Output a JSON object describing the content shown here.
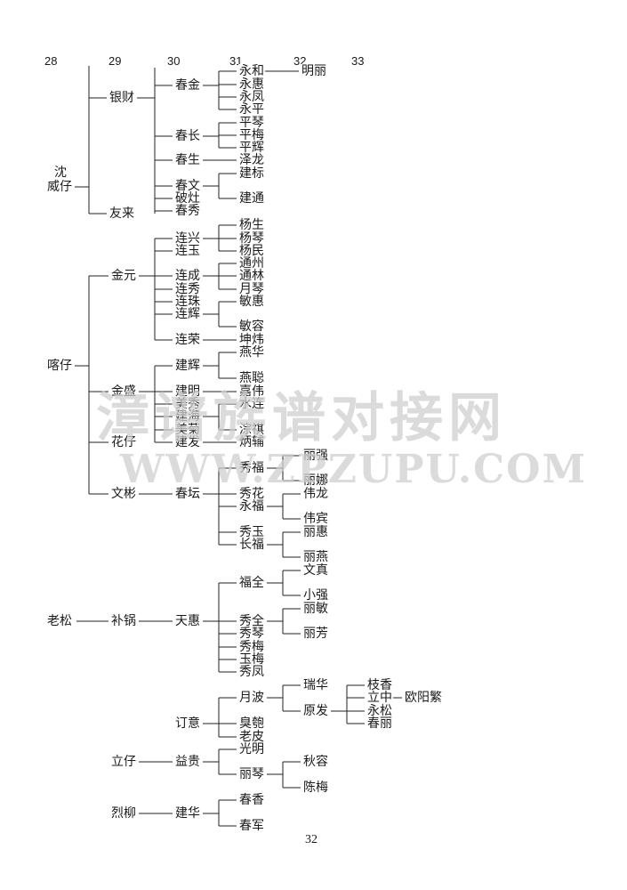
{
  "generation_header": [
    "28",
    "29",
    "30",
    "31",
    "32",
    "33"
  ],
  "persons": {
    "shenweizai_a": "沈",
    "shenweizai_b": "威仔",
    "yincai": "银财",
    "youlai": "友来",
    "chunjin": "春金",
    "chunchang": "春长",
    "chunsheng": "春生",
    "chunwen": "春文",
    "pozao": "破灶",
    "chunxiu": "春秀",
    "yonghe": "永和",
    "minglj": "明丽",
    "yonghui": "永惠",
    "yongfeng": "永凤",
    "yongping": "永平",
    "pingqin": "平琴",
    "pingmei": "平梅",
    "pinghui": "平辉",
    "zelong": "泽龙",
    "jianbiao": "建标",
    "jiantong": "建通",
    "kazai": "喀仔",
    "jinyuan": "金元",
    "jinsheng": "金盛",
    "huazai": "花仔",
    "wenbin": "文彬",
    "lianxing": "连兴",
    "lianyu": "连玉",
    "liancheng": "连成",
    "lianxiu": "连秀",
    "lianzhu": "连珠",
    "lianhui": "连辉",
    "lianrong": "连荣",
    "yangsheng": "杨生",
    "yangqin": "杨琴",
    "yangmin": "杨民",
    "tongzhou": "通州",
    "tonglin": "通林",
    "yueqin": "月琴",
    "minhui": "敏惠",
    "minrong": "敏容",
    "kunwei": "坤炜",
    "jianhui": "建辉",
    "yanhua": "燕华",
    "yancong": "燕聪",
    "jianming": "建明",
    "jiawei": "嘉伟",
    "meixiu": "美秀",
    "shuilian": "水连",
    "jianhai": "建海",
    "meiju": "美菊",
    "zongqi": "淙祺",
    "jianfa": "建发",
    "bingbu": "炳辅",
    "chuntan": "春坛",
    "xiufu": "秀福",
    "liqiang": "丽强",
    "lina": "丽娜",
    "xiuhua": "秀花",
    "yongfu": "永福",
    "weilong": "伟龙",
    "weibin": "伟宾",
    "xiuyu": "秀玉",
    "changfu": "长福",
    "lihui": "丽惠",
    "liyan": "丽燕",
    "laosong": "老松",
    "buguo": "补锅",
    "tianhui": "天惠",
    "fuquan": "福全",
    "wenzhen": "文真",
    "xiaoqiang": "小强",
    "xiuquan": "秀全",
    "limin": "丽敏",
    "lifang": "丽芳",
    "xiuqin": "秀琴",
    "xiumei": "秀梅",
    "yumei": "玉梅",
    "xiufeng": "秀凤",
    "dingyi": "订意",
    "yuebo": "月波",
    "ruihua": "瑞华",
    "yuanfa": "原发",
    "zhixiang": "枝香",
    "lizhong": "立中",
    "ouyangfan": "欧阳繁",
    "yongsong": "永松",
    "chunli": "春丽",
    "choubao": "臭匏",
    "laopi": "老皮",
    "lizai": "立仔",
    "yigui": "益贵",
    "guangming": "光明",
    "liqin": "丽琴",
    "qiurong": "秋容",
    "chenmei": "陈梅",
    "lieliu": "烈柳",
    "jianhua": "建华",
    "chunxiang": "春香",
    "chunjun": "春军"
  },
  "watermark": {
    "cn": "漳谱族谱对接网",
    "url": "WWW.ZPZUPU.COM"
  },
  "page_number": "32",
  "colors": {
    "ink": "#1a1a1a",
    "line": "#222222",
    "watermark": "#cfcfcf",
    "paper": "#ffffff"
  }
}
